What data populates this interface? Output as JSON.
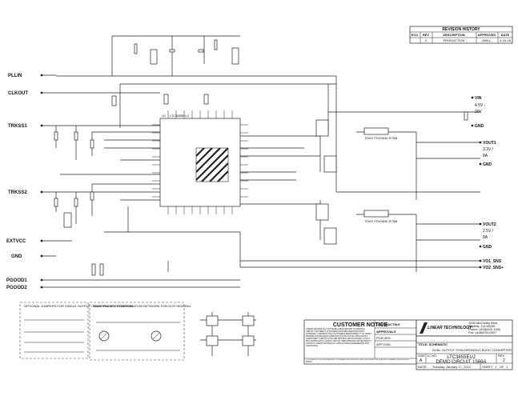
{
  "revision": {
    "title": "REVISION HISTORY",
    "headers": [
      "ECO",
      "REV",
      "DESCRIPTION",
      "APPROVED",
      "DATE"
    ],
    "row": [
      "",
      "2",
      "PRODUCTION",
      "JIAN L.",
      "4-10-18"
    ]
  },
  "signals_left": [
    "PLLIN",
    "CLKOUT",
    "TRKSS1",
    "TRKSS2",
    "EXTVCC",
    "GND",
    "PGOOD1",
    "PGOOD2"
  ],
  "signals_right": [
    "VIN",
    "4.5V -",
    "20V",
    "GND",
    "VOUT1",
    "3.3V /",
    "8A",
    "GND",
    "VOUT2",
    "2.5V /",
    "8A",
    "GND",
    "VO1_SNS",
    "VO2_SNS+"
  ],
  "ic": {
    "ref": "U1",
    "part": "LTC3855EUJ"
  },
  "inductors": [
    "TOKO FDV0630-R75M",
    "TOKO FDV0630-R75M"
  ],
  "notes": {
    "jumpers_title": "OPTIONAL JUMPERS FOR SINGLE OUTPUT / DUAL PHASE OPERATION",
    "temp_title": "TEMPERATURE COMPENSATION NETWORK FOR DCR SENSING"
  },
  "notice": {
    "title": "CUSTOMER NOTICE",
    "body": "LINEAR TECHNOLOGY HAS MADE A BEST EFFORT TO DESIGN A CIRCUIT THAT MEETS CUSTOMER-SUPPLIED SPECIFICATIONS; HOWEVER, IT REMAINS THE CUSTOMER'S RESPONSIBILITY TO VERIFY PROPER AND RELIABLE OPERATION IN THE ACTUAL APPLICATION. COMPONENT SUBSTITUTION AND PRINTED CIRCUIT BOARD LAYOUT MAY SIGNIFICANTLY AFFECT CIRCUIT PERFORMANCE OR RELIABILITY. CONTACT LINEAR TECHNOLOGY APPLICATIONS ENGINEERING FOR ASSISTANCE.",
    "footer": "THIS CIRCUIT IS PROPRIETARY TO LINEAR TECHNOLOGY AND SUPPLIED FOR USE WITH LINEAR TECHNOLOGY PARTS."
  },
  "contract": {
    "contracting": "CONTRACTING",
    "approvals": "APPROVALS",
    "rows": [
      "PCB DES.",
      "APP ENG."
    ]
  },
  "company": {
    "logo": "LINEAR TECHNOLOGY",
    "address": [
      "1630 McCarthy Blvd.",
      "Milpitas, CA 95035",
      "Phone: (408)432-1900",
      "Fax: (408)434-0507",
      "LTC Confidential-For Customer Use Only"
    ]
  },
  "titleblock": {
    "title_label": "TITLE: SCHEMATIC",
    "title": "DUAL OUTPUT SYNCHRONOUS BUCK CONVERTER",
    "size_label": "SIZE",
    "size": "A",
    "ic_label": "IC NO.",
    "ic": "LTC3855EUJ",
    "circuit": "DEMO CIRCUIT 1566A",
    "rev_label": "REV",
    "rev": "2",
    "date_label": "DATE:",
    "date": "Tuesday, January 17, 2012",
    "sheet_label": "SHEET",
    "sheet": "1",
    "of_label": "OF",
    "of": "1"
  },
  "colors": {
    "ink": "#222222",
    "paper": "#ffffff"
  }
}
